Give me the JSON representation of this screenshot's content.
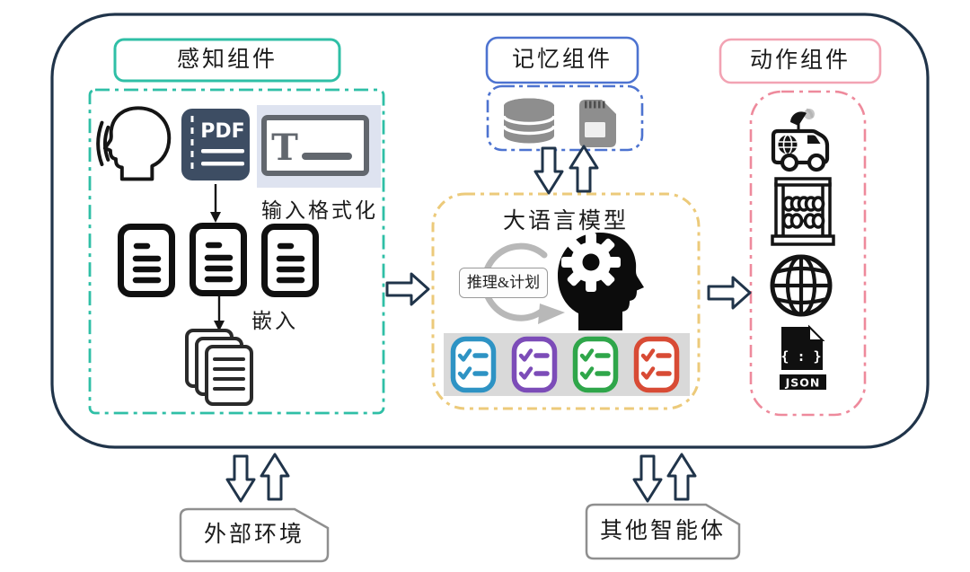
{
  "colors": {
    "outline": "#20344a",
    "teal": "#2fbfa6",
    "blue": "#4d73d0",
    "pink": "#f2a3b3",
    "pink_dash": "#ee8a9c",
    "yellow": "#ecca7a",
    "gray_border": "#8f8f8f",
    "panel_bg": "#dee3f0",
    "pdf_bg": "#3d4d63",
    "icon_gray": "#8e8e8e",
    "strip_bg": "#d9d9d9",
    "checklist": [
      "#2e93c4",
      "#7c4cb8",
      "#2fa64a",
      "#d84b35"
    ]
  },
  "perception": {
    "title": "感知组件",
    "icons": [
      "speech-head",
      "pdf-file",
      "text-input"
    ],
    "pdf_label": "PDF",
    "text_tool_glyph": "T",
    "input_format_label": "输入格式化",
    "embed_label": "嵌入"
  },
  "memory": {
    "title": "记忆组件",
    "icons": [
      "database",
      "memory-card"
    ]
  },
  "llm": {
    "title": "大语言模型",
    "reasoning_label": "推理&计划",
    "icons": [
      "head-gear",
      "cycle-arrow",
      "checklist-blue",
      "checklist-purple",
      "checklist-green",
      "checklist-red"
    ]
  },
  "action": {
    "title": "动作组件",
    "icons": [
      "satellite-van",
      "abacus",
      "globe",
      "json-file"
    ],
    "json_glyph": "{ : }",
    "json_label": "JSON"
  },
  "bottom": {
    "external_env": "外部环境",
    "other_agents": "其他智能体"
  }
}
